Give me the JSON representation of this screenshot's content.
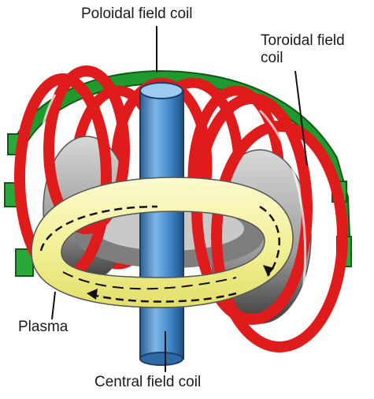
{
  "labels": {
    "poloidal": "Poloidal field coil",
    "toroidal_line1": "Toroidal field",
    "toroidal_line2": "coil",
    "plasma": "Plasma",
    "central": "Central field coil"
  },
  "colors": {
    "poloidal_coil": "#1f9a2e",
    "toroidal_coil": "#e01b1b",
    "central_coil": "#3a7fc0",
    "plasma": "#f3f19a",
    "vessel": "#b9b9b9",
    "leader_line": "#111111"
  }
}
